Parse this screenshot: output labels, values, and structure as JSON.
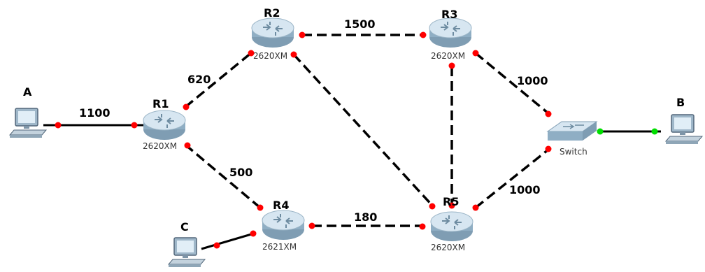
{
  "colors": {
    "link": "#000000",
    "port_down": "#ff0000",
    "port_up": "#00dd00",
    "router_body": "#8faec4",
    "router_top": "#d7e6f1"
  },
  "devices": {
    "pc_a": {
      "name": "A",
      "icon": "pc-icon"
    },
    "pc_b": {
      "name": "B",
      "icon": "pc-icon"
    },
    "pc_c": {
      "name": "C",
      "icon": "pc-icon"
    },
    "r1": {
      "name": "R1",
      "model": "2620XM",
      "icon": "router-icon"
    },
    "r2": {
      "name": "R2",
      "model": "2620XM",
      "icon": "router-icon"
    },
    "r3": {
      "name": "R3",
      "model": "2620XM",
      "icon": "router-icon"
    },
    "r4": {
      "name": "R4",
      "model": "2621XM",
      "icon": "router-icon"
    },
    "r5": {
      "name": "R5",
      "model": "2620XM",
      "icon": "router-icon"
    },
    "switch": {
      "model": "Switch",
      "icon": "switch-icon"
    }
  },
  "links": {
    "a_r1": {
      "from": "A",
      "to": "R1",
      "cost": "1100",
      "style": "solid"
    },
    "r1_r2": {
      "from": "R1",
      "to": "R2",
      "cost": "620",
      "style": "dashed"
    },
    "r1_r4": {
      "from": "R1",
      "to": "R4",
      "cost": "500",
      "style": "dashed"
    },
    "r2_r3": {
      "from": "R2",
      "to": "R3",
      "cost": "1500",
      "style": "dashed"
    },
    "r2_r5": {
      "from": "R2",
      "to": "R5",
      "cost": "",
      "style": "dashed"
    },
    "r3_r5": {
      "from": "R3",
      "to": "R5",
      "cost": "",
      "style": "dashed"
    },
    "r3_sw": {
      "from": "R3",
      "to": "Switch",
      "cost": "1000",
      "style": "dashed"
    },
    "r4_r5": {
      "from": "R4",
      "to": "R5",
      "cost": "180",
      "style": "dashed"
    },
    "r5_sw": {
      "from": "R5",
      "to": "Switch",
      "cost": "1000",
      "style": "dashed"
    },
    "c_r4": {
      "from": "C",
      "to": "R4",
      "cost": "",
      "style": "solid"
    },
    "sw_b": {
      "from": "Switch",
      "to": "B",
      "cost": "",
      "style": "solid"
    }
  }
}
